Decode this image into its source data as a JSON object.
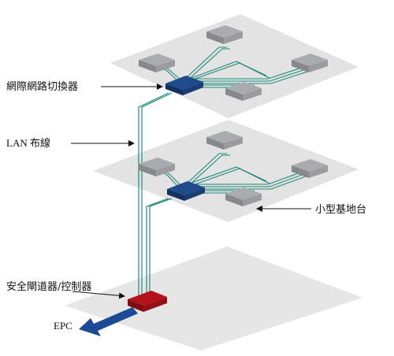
{
  "labels": {
    "switch": "網際網路切換器",
    "lan": "LAN 布線",
    "small_cell": "小型基地台",
    "gateway": "安全閘道器/控制器",
    "epc": "EPC"
  },
  "colors": {
    "floor": "#e3e3e3",
    "node_top": "#a9abae",
    "node_side": "#86888b",
    "switch_top": "#1f4a8c",
    "switch_side": "#13305e",
    "gateway_top": "#b3121c",
    "gateway_side": "#7e0b12",
    "cable": "#1f8a7a",
    "epc_arrow": "#1c4a94",
    "text": "#111111"
  }
}
